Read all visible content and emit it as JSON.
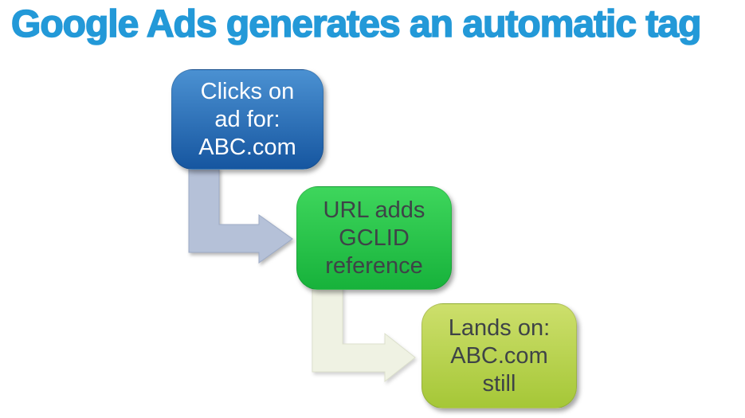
{
  "title": "Google Ads generates an automatic tag",
  "colors": {
    "title": "#2399D8",
    "background": "#FFFFFF"
  },
  "boxes": [
    {
      "id": "clicks-on-ad",
      "lines": [
        "Clicks on",
        "ad for:",
        "ABC.com"
      ],
      "color_top": "#4B91D2",
      "color_bottom": "#1656A0",
      "text_color": "#FFFFFF"
    },
    {
      "id": "url-adds-gclid",
      "lines": [
        "URL adds",
        "GCLID",
        "reference"
      ],
      "color_top": "#3ED65C",
      "color_bottom": "#17B23B",
      "text_color": "#3E4347"
    },
    {
      "id": "lands-on-abc",
      "lines": [
        "Lands on:",
        "ABC.com",
        "still"
      ],
      "color_top": "#CDDF6C",
      "color_bottom": "#A5C737",
      "text_color": "#3E4347"
    }
  ],
  "arrows": [
    {
      "name": "bent-arrow-box1-to-box2",
      "fill": "#B5C1D8",
      "stroke": "#9DABC6"
    },
    {
      "name": "bent-arrow-box2-to-box3",
      "fill": "#EFF2E3",
      "stroke": "#DCE0CC"
    }
  ]
}
